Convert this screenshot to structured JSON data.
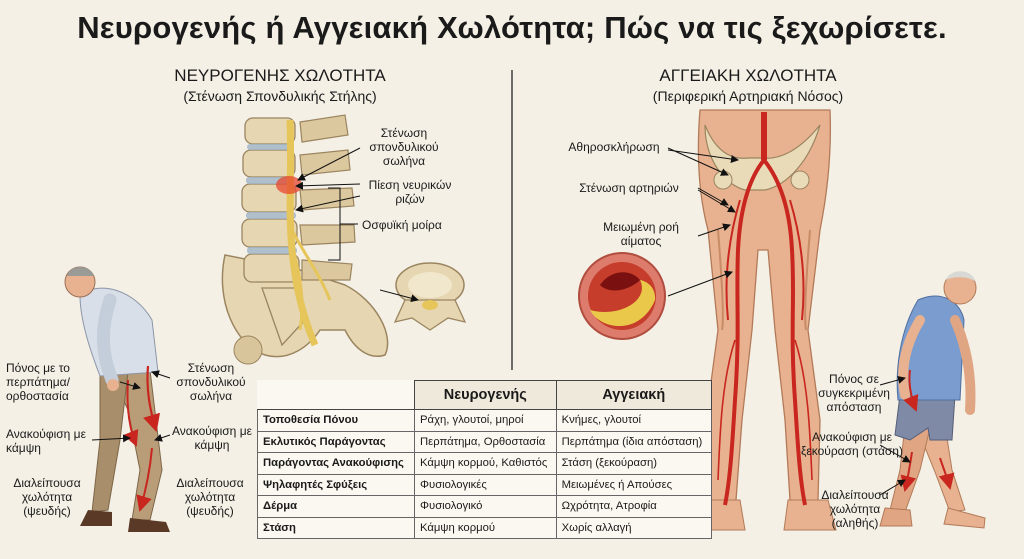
{
  "title": "Νευρογενής ή Αγγειακή Χωλότητα; Πώς να τις ξεχωρίσετε.",
  "neuro": {
    "heading": "ΝΕΥΡΟΓΕΝΗΣ ΧΩΛΟΤΗΤΑ",
    "subheading": "(Στένωση Σπονδυλικής Στήλης)",
    "spine_labels": {
      "stenosis": "Στένωση σπονδυλικού σωλήνα",
      "nerve_pressure": "Πίεση νευρικών ριζών",
      "lumbar": "Οσφυϊκή μοίρα"
    },
    "figure_labels": {
      "pain": "Πόνος με το περπάτημα/ ορθοστασία",
      "stenosis": "Στένωση σπονδυλικού σωλήνα",
      "relief_left": "Ανακούφιση με κάμψη",
      "relief_right": "Ανακούφιση με κάμψη",
      "claudication_left": "Διαλείπουσα χωλότητα (ψευδής)",
      "claudication_right": "Διαλείπουσα χωλότητα (ψευδής)"
    }
  },
  "vascular": {
    "heading": "ΑΓΓΕΙΑΚΗ ΧΩΛΟΤΗΤΑ",
    "subheading": "(Περιφερική Αρτηριακή Νόσος)",
    "artery_labels": {
      "atherosclerosis": "Αθηροσκλήρωση",
      "narrowing": "Στένωση αρτηριών",
      "reduced_flow": "Μειωμένη ροή αίματος"
    },
    "figure_labels": {
      "pain": "Πόνος σε συγκεκριμένη απόσταση",
      "relief": "Ανακούφιση με ξεκούραση (στάση)",
      "claudication": "Διαλείπουσα χωλότητα (αληθής)"
    }
  },
  "table": {
    "headers": [
      "Νευρογενής",
      "Αγγειακή"
    ],
    "rows": [
      {
        "label": "Τοποθεσία Πόνου",
        "neuro": "Ράχη, γλουτοί, μηροί",
        "vascular": "Κνήμες, γλουτοί"
      },
      {
        "label": "Εκλυτικός Παράγοντας",
        "neuro": "Περπάτημα, Ορθοστασία",
        "vascular": "Περπάτημα (ίδια απόσταση)"
      },
      {
        "label": "Παράγοντας Ανακούφισης",
        "neuro": "Κάμψη κορμού, Καθιστός",
        "vascular": "Στάση (ξεκούραση)"
      },
      {
        "label": "Ψηλαφητές Σφύξεις",
        "neuro": "Φυσιολογικές",
        "vascular": "Μειωμένες ή  Απούσες"
      },
      {
        "label": "Δέρμα",
        "neuro": "Φυσιολογικό",
        "vascular": "Ωχρότητα, Ατροφία"
      },
      {
        "label": "Στάση",
        "neuro": "Κάμψη κορμού",
        "vascular": "Χωρίς αλλαγή"
      }
    ]
  },
  "colors": {
    "bone": "#e6d6b2",
    "skin": "#e8b290",
    "artery": "#c8261e",
    "nerve": "#e6c55a",
    "shirt_left": "#d9dfe8",
    "pants_left": "#b89d78",
    "shirt_right": "#7a9ccf"
  }
}
